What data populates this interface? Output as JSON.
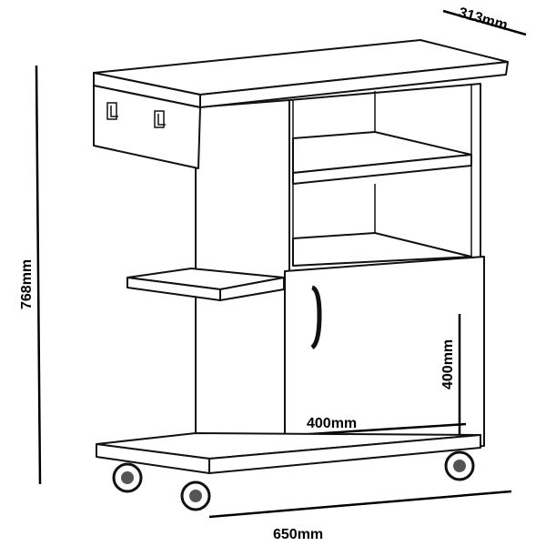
{
  "dimensions": {
    "depth": "313mm",
    "height": "768mm",
    "width": "650mm",
    "door_width": "400mm",
    "door_height": "400mm"
  },
  "colors": {
    "line": "#111111",
    "background": "#ffffff"
  }
}
